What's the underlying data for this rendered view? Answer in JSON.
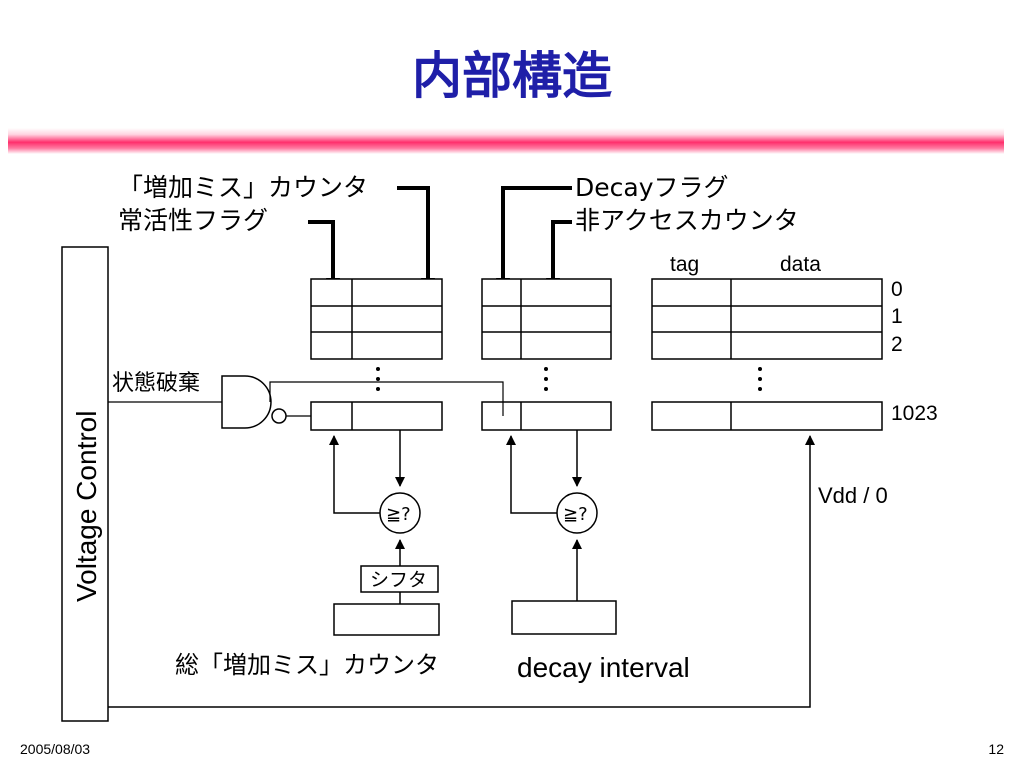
{
  "slide": {
    "title": "内部構造",
    "date": "2005/08/03",
    "page": "12"
  },
  "labels": {
    "increment_miss_counter": "「増加ミス」カウンタ",
    "always_active_flag": "常活性フラグ",
    "decay_flag": "Decayフラグ",
    "non_access_counter": "非アクセスカウンタ",
    "tag": "tag",
    "data": "data",
    "row_0": "0",
    "row_1": "1",
    "row_2": "2",
    "row_1023": "1023",
    "state_destroy": "状態破棄",
    "voltage_control": "Voltage Control",
    "vdd": "Vdd / 0",
    "compare_1": "≧?",
    "compare_2": "≧?",
    "shifter": "シフタ",
    "total_increment_miss_counter": "総「増加ミス」カウンタ",
    "decay_interval": "decay interval"
  },
  "colors": {
    "title": "#1f1fa8",
    "accent_rule": "#ff2f6c"
  }
}
